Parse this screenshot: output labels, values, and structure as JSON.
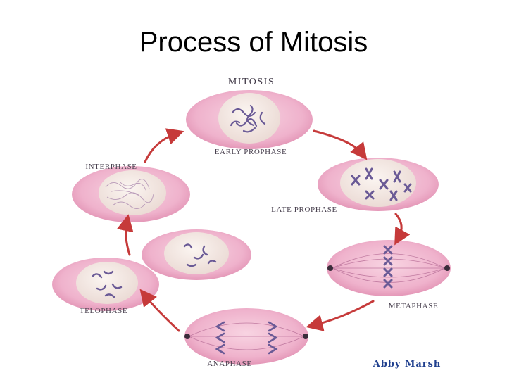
{
  "slide": {
    "title": "Process of Mitosis"
  },
  "diagram": {
    "heading": "MITOSIS",
    "stages": {
      "early_prophase": "EARLY PROPHASE",
      "late_prophase": "LATE PROPHASE",
      "metaphase": "METAPHASE",
      "anaphase": "ANAPHASE",
      "telophase": "TELOPHASE",
      "interphase": "INTERPHASE"
    },
    "credit": "Abby Marsh",
    "colors": {
      "cell_outer": "#efb2cc",
      "cell_nucleus": "#f3e9e4",
      "chromosome": "#6a5a96",
      "arrow": "#c63a3a",
      "credit_text": "#1f3f8e"
    }
  }
}
